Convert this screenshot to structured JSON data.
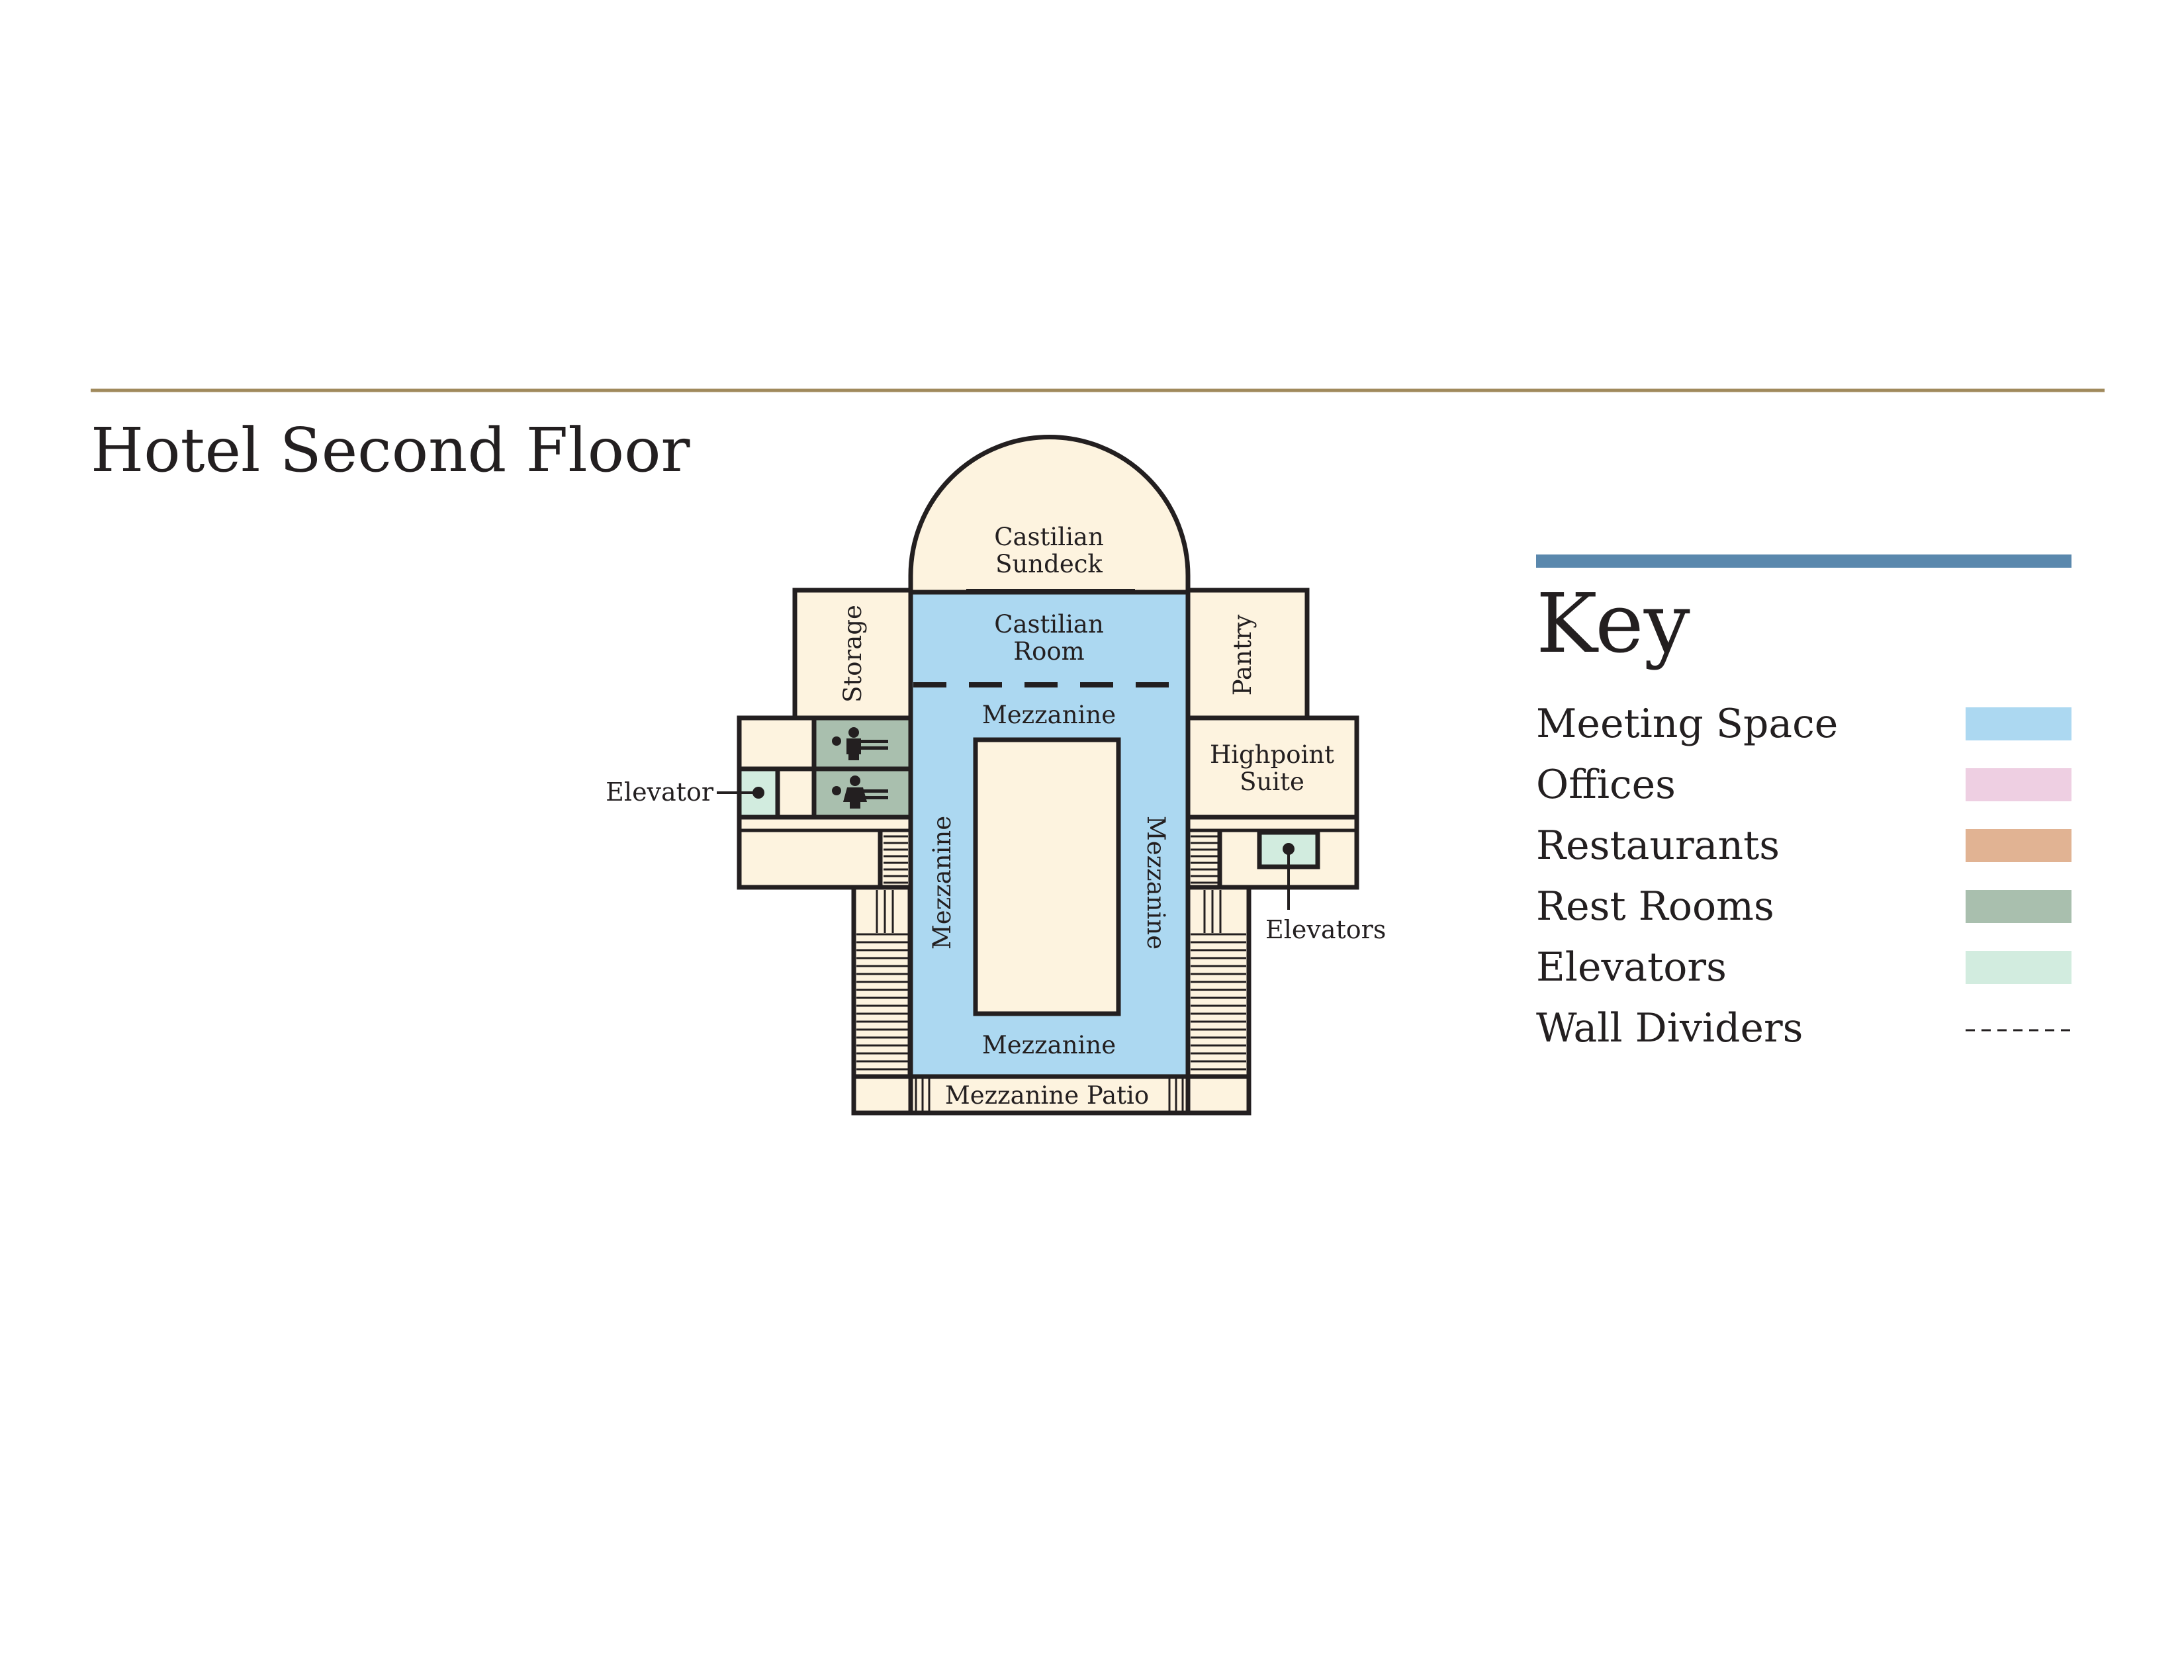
{
  "title": "Hotel Second Floor",
  "colors": {
    "rule": "#a08a5c",
    "key_bar": "#5a88ad",
    "meeting_space": "#acd8f1",
    "offices": "#eecfe2",
    "restaurants": "#e1b393",
    "rest_rooms": "#a9bfae",
    "elevators": "#d2ecdf",
    "floor": "#fdf3df",
    "outline": "#231f20"
  },
  "rooms": {
    "sundeck": "Castilian\nSundeck",
    "castilian_room": "Castilian\nRoom",
    "storage": "Storage",
    "pantry": "Pantry",
    "highpoint_suite": "Highpoint\nSuite",
    "mezzanine_top": "Mezzanine",
    "mezzanine_left": "Mezzanine",
    "mezzanine_right": "Mezzanine",
    "mezzanine_bottom": "Mezzanine",
    "mezzanine_patio": "Mezzanine Patio"
  },
  "callouts": {
    "elevator_left": "Elevator",
    "elevators_right": "Elevators"
  },
  "icons": {
    "men_restroom": "men-restroom-icon",
    "women_restroom": "women-restroom-icon"
  },
  "key": {
    "title": "Key",
    "items": [
      {
        "label": "Meeting Space",
        "swatch": "meeting_space"
      },
      {
        "label": "Offices",
        "swatch": "offices"
      },
      {
        "label": "Restaurants",
        "swatch": "restaurants"
      },
      {
        "label": "Rest Rooms",
        "swatch": "rest_rooms"
      },
      {
        "label": "Elevators",
        "swatch": "elevators"
      },
      {
        "label": "Wall Dividers",
        "swatch": "dashed"
      }
    ]
  }
}
